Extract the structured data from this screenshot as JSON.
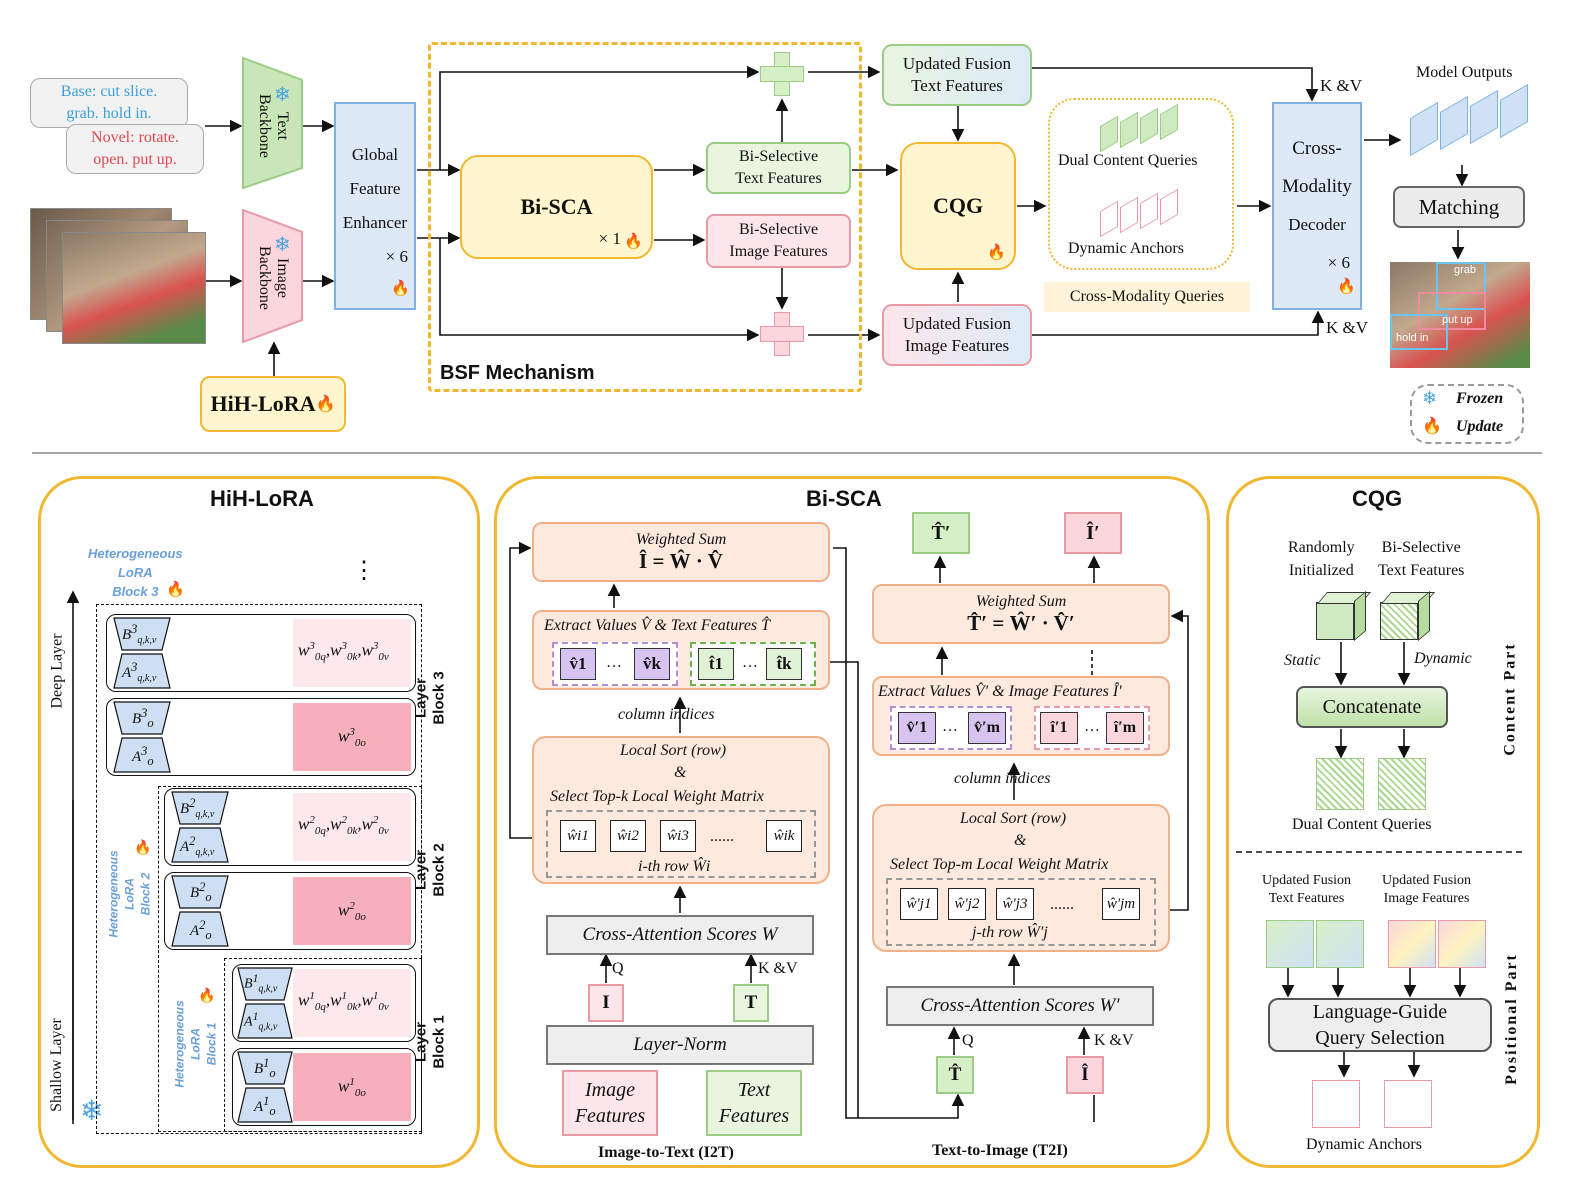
{
  "top": {
    "base_text": [
      "Base: cut slice.",
      "grab. hold in."
    ],
    "novel_text": [
      "Novel: rotate.",
      "open. put up."
    ],
    "text_backbone": [
      "Text",
      "Backbone"
    ],
    "image_backbone": [
      "Image",
      "Backbone"
    ],
    "hih_lora": "HiH-LoRA",
    "gfe": [
      "Global",
      "Feature",
      "Enhancer",
      "× 6"
    ],
    "bisca": "Bi-SCA",
    "bisca_times": "× 1",
    "bst": [
      "Bi-Selective",
      "Text Features"
    ],
    "bsi": [
      "Bi-Selective",
      "Image Features"
    ],
    "bsf": "BSF Mechanism",
    "uft": [
      "Updated Fusion",
      "Text Features"
    ],
    "ufi": [
      "Updated Fusion",
      "Image Features"
    ],
    "cqg": "CQG",
    "dcq": "Dual Content Queries",
    "da": "Dynamic Anchors",
    "cmq": "Cross-Modality Queries",
    "cmd": [
      "Cross-",
      "Modality",
      "Decoder",
      "× 6"
    ],
    "kv1": "K &V",
    "kv2": "K &V",
    "model_outputs": "Model Outputs",
    "matching": "Matching",
    "labels": [
      "grab",
      "put up",
      "hold in"
    ],
    "frozen": "Frozen",
    "update": "Update"
  },
  "hih": {
    "title": "HiH-LoRA",
    "het3": [
      "Heterogeneous",
      "LoRA",
      "Block 3"
    ],
    "het2": [
      "Heterogeneous",
      "LoRA",
      "Block 2"
    ],
    "het1": [
      "Heterogeneous",
      "LoRA",
      "Block 1"
    ],
    "deep": "Deep Layer",
    "shallow": "Shallow Layer",
    "lb3": [
      "Layer",
      "Block 3"
    ],
    "lb2": [
      "Layer",
      "Block 2"
    ],
    "lb1": [
      "Layer",
      "Block 1"
    ],
    "dots": "⋮"
  },
  "bisca": {
    "title": "Bi-SCA",
    "ws_l": "Weighted Sum",
    "ws_l_eq": "Î = Ŵ · V̂",
    "extract_l": "Extract Values V̂ & Text Features T̂",
    "col_idx_l": "column indices",
    "ls_l": [
      "Local Sort (row)",
      "&",
      "Select Top-k Local Weight Matrix"
    ],
    "w_items_l": [
      "ŵi1",
      "ŵi2",
      "ŵi3",
      "ŵik"
    ],
    "row_l": "i-th row Ŵi",
    "cas_l": "Cross-Attention Scores W",
    "q": "Q",
    "kv": "K &V",
    "I": "I",
    "T": "T",
    "ln": "Layer-Norm",
    "img_feat": [
      "Image",
      "Features"
    ],
    "txt_feat": [
      "Text",
      "Features"
    ],
    "i2t": "Image-to-Text (I2T)",
    "t2i": "Text-to-Image (T2I)",
    "out_t": "T̂′",
    "out_i": "Î′",
    "ws_r": "Weighted Sum",
    "ws_r_eq": "T̂′ = Ŵ′ · V̂′",
    "extract_r": "Extract Values V̂′ & Image Features Î′",
    "col_idx_r": "column indices",
    "ls_r": [
      "Local Sort (row)",
      "&",
      "Select Top-m Local Weight Matrix"
    ],
    "w_items_r": [
      "ŵ′j1",
      "ŵ′j2",
      "ŵ′j3",
      "ŵ′jm"
    ],
    "row_r": "j-th row Ŵ′j",
    "cas_r": "Cross-Attention Scores W′",
    "That": "T̂",
    "Ihat": "Î",
    "v1": "v̂1",
    "vk": "v̂k",
    "t1": "t̂1",
    "tk": "t̂k",
    "vp1": "v̂′1",
    "vpm": "v̂′m",
    "ip1": "î′1",
    "ipm": "î′m"
  },
  "cqg": {
    "title": "CQG",
    "rand": [
      "Randomly",
      "Initialized"
    ],
    "bisel": [
      "Bi-Selective",
      "Text Features"
    ],
    "static": "Static",
    "dynamic": "Dynamic",
    "concat": "Concatenate",
    "dcq": "Dual Content Queries",
    "content_part": "Content Part",
    "uft": [
      "Updated Fusion",
      "Text Features"
    ],
    "ufi": [
      "Updated Fusion",
      "Image Features"
    ],
    "lgqs": [
      "Language-Guide",
      "Query Selection"
    ],
    "da": "Dynamic Anchors",
    "positional_part": "Positional Part"
  }
}
